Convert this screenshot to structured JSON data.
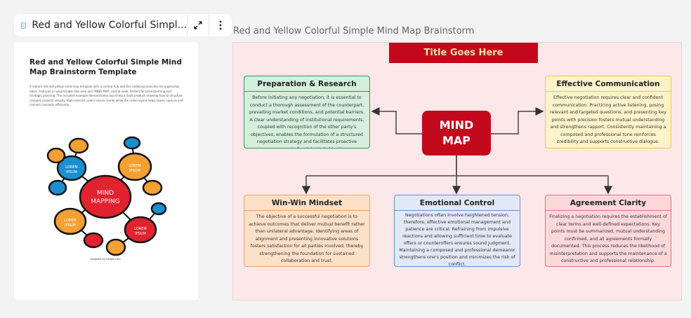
{
  "tab": {
    "title": "Red and Yellow Colorful Simpl...",
    "doc_icon": "document-icon",
    "expand_icon": "expand-icon",
    "more_icon": "more-vertical-icon"
  },
  "preview": {
    "title": "Red and Yellow Colorful Simple Mind Map Brainstorm Template",
    "description": "A vibrant red and yellow mind map template with a central hub and five radiating branches for organizing ideas. Features a customizable title area and 'MIND MAP' central node. Perfect for brainstorming and strategic planning. The included example demonstrates launching a SaaS product, showing how to structure complex projects visually. High-contrast colors ensure clarity while the radial layout helps teams capture and connect concepts efficiently.",
    "image_text": {
      "center": "MIND MAPPING",
      "bubble": "LOREM IPSUM",
      "credit": "designed by freepik.com"
    }
  },
  "document_heading": "Red and Yellow Colorful Simple Mind Map Brainstorm",
  "mindmap": {
    "title": "Title Goes Here",
    "center_line1": "MIND",
    "center_line2": "MAP",
    "colors": {
      "title": "#c4081b",
      "center": "#c20a1c",
      "canvas": "#fde8e9"
    },
    "nodes": [
      {
        "title": "Preparation & Research",
        "text": "Before initiating any negotiation, it is essential to conduct a thorough assessment of the counterpart, prevailing market conditions, and potential barriers. A clear understanding of institutional requirements, coupled with recognition of the other party's objectives, enables the formulation of a structured negotiation strategy and facilitates proactive management of anticipated objections.",
        "fill": "#d4f0dc",
        "border": "#2e9a5a"
      },
      {
        "title": "Effective Communication",
        "text": "Effective negotiation requires clear and confident communication. Practicing active listening, posing relevant and targeted questions, and presenting key points with precision fosters mutual understanding and strengthens rapport. Consistently maintaining a composed and professional tone reinforces credibility and supports constructive dialogue.",
        "fill": "#fff3cc",
        "border": "#f5c542"
      },
      {
        "title": "Win-Win Mindset",
        "text": "The objective of a successful negotiation is to achieve outcomes that deliver mutual benefit rather than unilateral advantage. Identifying areas of alignment and presenting innovative solutions fosters satisfaction for all parties involved, thereby strengthening the foundation for sustained collaboration and trust.",
        "fill": "#fde0c8",
        "border": "#f0a060"
      },
      {
        "title": "Emotional Control",
        "text": "Negotiations often involve heightened tension; therefore, effective emotional management and patience are critical. Refraining from impulsive reactions and allowing sufficient time to evaluate offers or counteroffers ensures sound judgment. Maintaining a composed and professional demeanor strengthens one's position and minimizes the risk of conflict.",
        "fill": "#e2e8f6",
        "border": "#6c8fd6"
      },
      {
        "title": "Agreement Clarity",
        "text": "Finalizing a negotiation requires the establishment of clear terms and well-defined expectations. Key points must be summarized, mutual understanding confirmed, and all agreements formally documented. This process reduces the likelihood of misinterpretation and supports the maintenance of a constructive and professional relationship.",
        "fill": "#fdd8da",
        "border": "#e0707a"
      }
    ]
  }
}
